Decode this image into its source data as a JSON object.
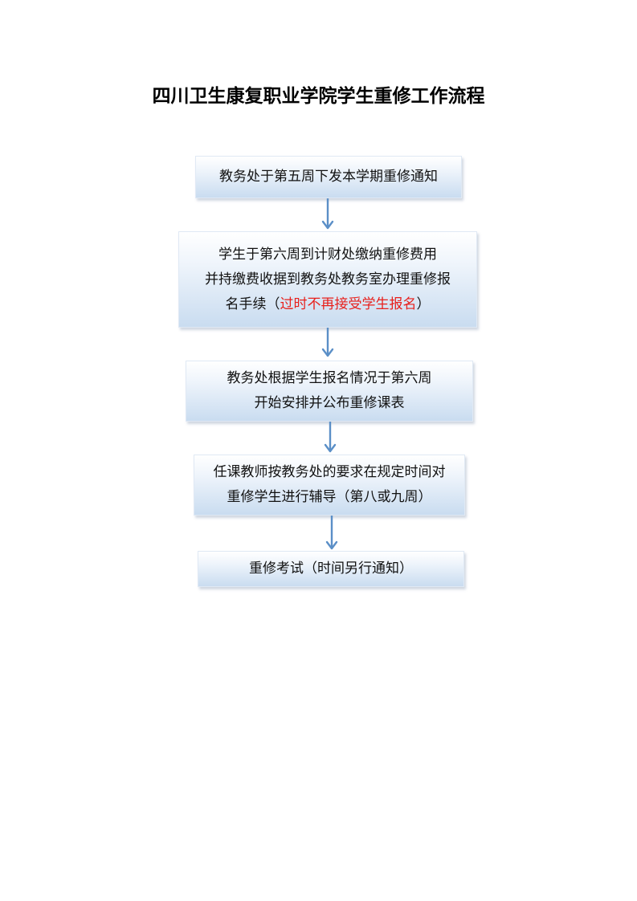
{
  "title": "四川卫生康复职业学院学生重修工作流程",
  "steps": [
    {
      "lines": [
        "教务处于第五周下发本学期重修通知"
      ]
    },
    {
      "lines": [
        "学生于第六周到计财处缴纳重修费用",
        "并持缴费收据到教务处教务室办理重修报"
      ],
      "last_prefix": "名手续（",
      "last_red": "过时不再接受学生报名",
      "last_suffix": "）"
    },
    {
      "lines": [
        "教务处根据学生报名情况于第六周",
        "开始安排并公布重修课表"
      ]
    },
    {
      "lines": [
        "任课教师按教务处的要求在规定时间对",
        "重修学生进行辅导（第八或九周）"
      ]
    },
    {
      "lines": [
        "重修考试（时间另行通知）"
      ]
    }
  ],
  "colors": {
    "arrow": "#5b8fc7",
    "highlight": "#e8201c"
  }
}
